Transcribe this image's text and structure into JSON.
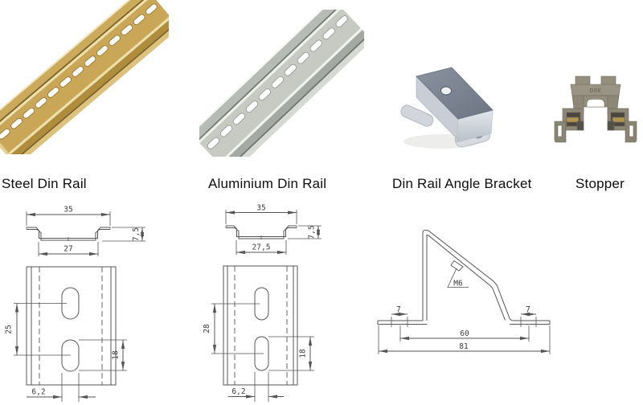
{
  "products": [
    {
      "label": "Steel Din Rail"
    },
    {
      "label": "Aluminium Din Rail"
    },
    {
      "label": "Din Rail Angle Bracket"
    },
    {
      "label": "Stopper"
    }
  ],
  "stopper_marking": "DSE",
  "drawings": {
    "steel_rail": {
      "overall_width": "35",
      "base_width": "27",
      "height": "7,5",
      "slot_spacing": "25",
      "slot_length": "18",
      "slot_width": "6,2"
    },
    "aluminium_rail": {
      "overall_width": "35",
      "base_width": "27,5",
      "height": "7,5",
      "slot_spacing": "28",
      "slot_length": "18",
      "slot_width": "6,2"
    },
    "angle_bracket": {
      "left_hole_offset": "7",
      "right_hole_offset": "7",
      "hole_span": "60",
      "overall_width": "81",
      "thread_size": "M6"
    }
  },
  "colors": {
    "steel_rail": "#c9a757",
    "aluminium_rail": "#c6cac3",
    "bracket_top": "#79818f",
    "stopper_body": "#948e7e",
    "drawing_line": "#555555"
  }
}
